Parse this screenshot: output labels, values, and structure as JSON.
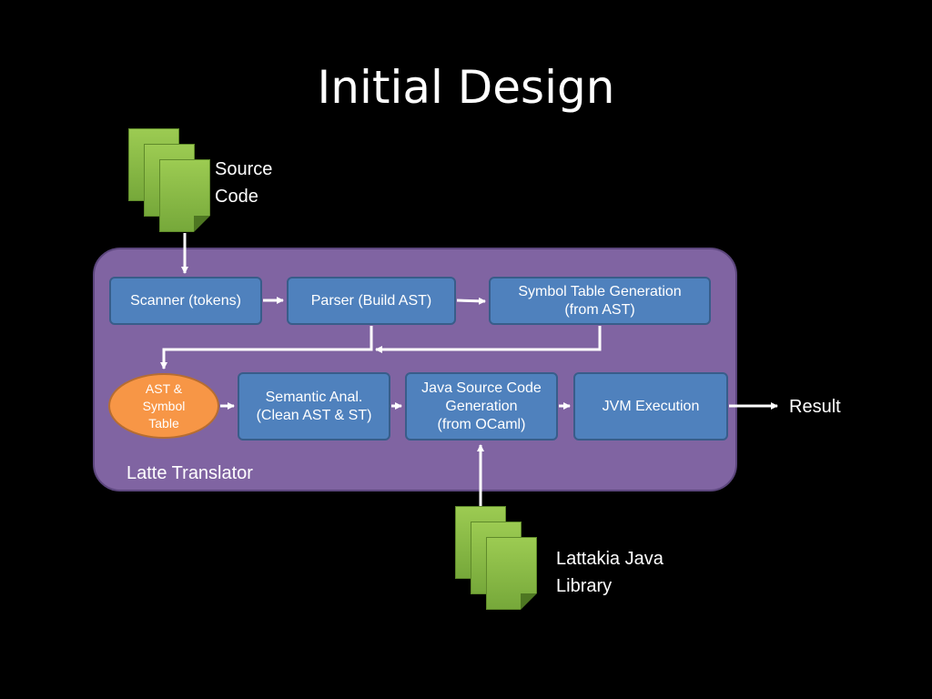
{
  "slide": {
    "title": "Initial Design"
  },
  "inputs": {
    "source_code": "Source\nCode",
    "library": "Lattakia Java\nLibrary"
  },
  "translator": {
    "label": "Latte Translator",
    "scanner": "Scanner (tokens)",
    "parser": "Parser  (Build AST)",
    "symbol_table": "Symbol Table Generation\n(from AST)",
    "ast_symbol_table": "AST &\nSymbol\nTable",
    "semantic": "Semantic Anal.\n(Clean AST & ST)",
    "java_gen": "Java Source Code\nGeneration\n(from OCaml)",
    "jvm": "JVM Execution"
  },
  "output": {
    "result": "Result"
  },
  "colors": {
    "background": "#000000",
    "panel": "#8064a2",
    "box": "#4f81bd",
    "ellipse": "#f79646",
    "document": "#8ec044"
  }
}
